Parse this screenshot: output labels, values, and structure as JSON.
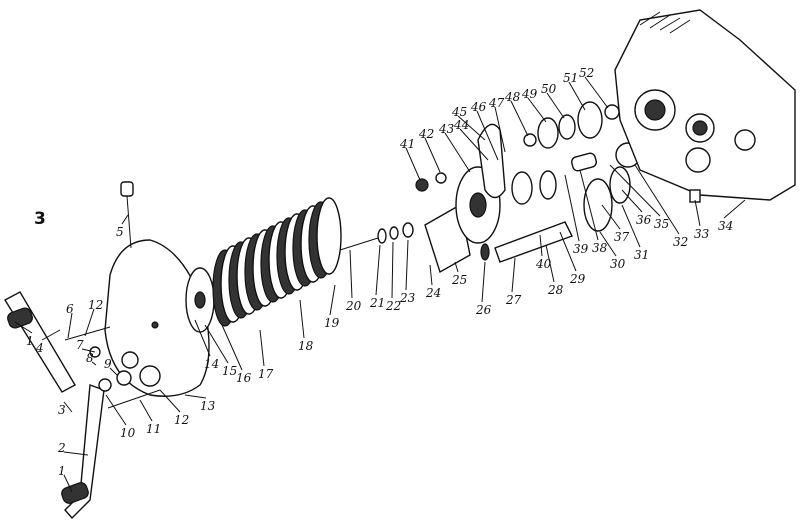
{
  "figure_label": "3",
  "part_labels": [
    "1",
    "1",
    "2",
    "3",
    "4",
    "5",
    "6",
    "7",
    "8",
    "9",
    "10",
    "11",
    "12",
    "12",
    "13",
    "14",
    "15",
    "16",
    "17",
    "18",
    "19",
    "20",
    "21",
    "22",
    "23",
    "24",
    "25",
    "26",
    "27",
    "28",
    "29",
    "30",
    "31",
    "32",
    "33",
    "34",
    "35",
    "36",
    "37",
    "38",
    "39",
    "40",
    "41",
    "42",
    "43",
    "44",
    "45",
    "46",
    "47",
    "48",
    "49",
    "50",
    "51",
    "52"
  ]
}
